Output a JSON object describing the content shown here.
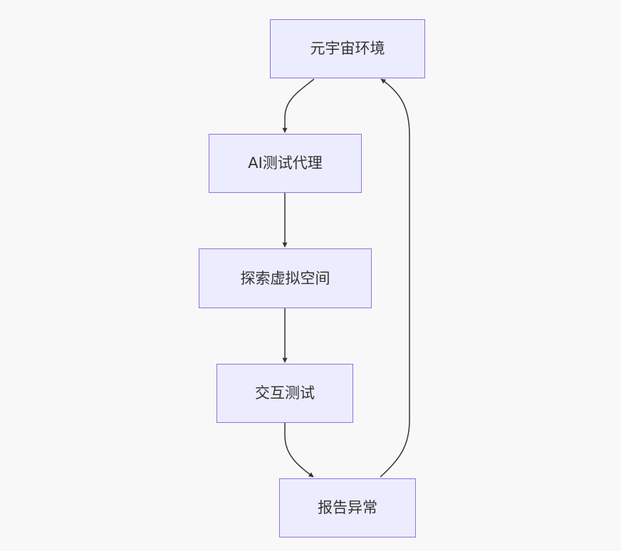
{
  "diagram": {
    "nodes": {
      "metaverse": "元宇宙环境",
      "agent": "AI测试代理",
      "explore": "探索虚拟空间",
      "interact": "交互测试",
      "report": "报告异常"
    },
    "edges": [
      {
        "from": "metaverse",
        "to": "agent"
      },
      {
        "from": "agent",
        "to": "explore"
      },
      {
        "from": "explore",
        "to": "interact"
      },
      {
        "from": "interact",
        "to": "report"
      },
      {
        "from": "report",
        "to": "metaverse"
      }
    ],
    "colors": {
      "node_fill": "#ececff",
      "node_border": "#9370db",
      "edge": "#333333",
      "text": "#333333",
      "background": "#f8f8f9"
    }
  }
}
